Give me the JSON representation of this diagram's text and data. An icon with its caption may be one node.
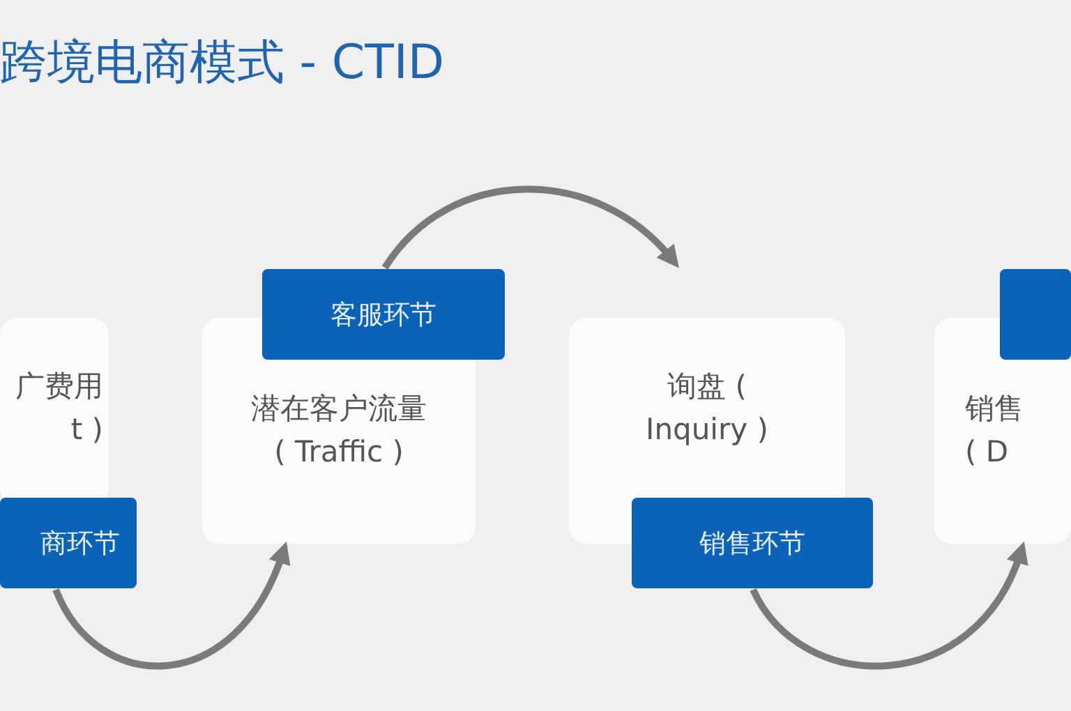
{
  "diagram": {
    "title": "跨境电商模式 - CTID",
    "nodes": [
      {
        "text": [
          "广费用 t )"
        ]
      },
      {
        "text": [
          "商环节"
        ]
      },
      {
        "text": [
          "潜在客户流量 ( Traffic )"
        ]
      },
      {
        "text": [
          "客服环节"
        ]
      },
      {
        "text": [
          "询盘 ( Inquiry )"
        ]
      },
      {
        "text": [
          "销售环节"
        ]
      },
      {
        "text": [
          "销售 ( D"
        ]
      },
      {
        "text": [],
        "shape": "box"
      }
    ],
    "edges": [
      {
        "from": 1,
        "to": 2,
        "arrow": "to"
      },
      {
        "from": 3,
        "to": 4,
        "arrow": "to"
      },
      {
        "from": 5,
        "to": 6,
        "arrow": "to"
      }
    ]
  }
}
